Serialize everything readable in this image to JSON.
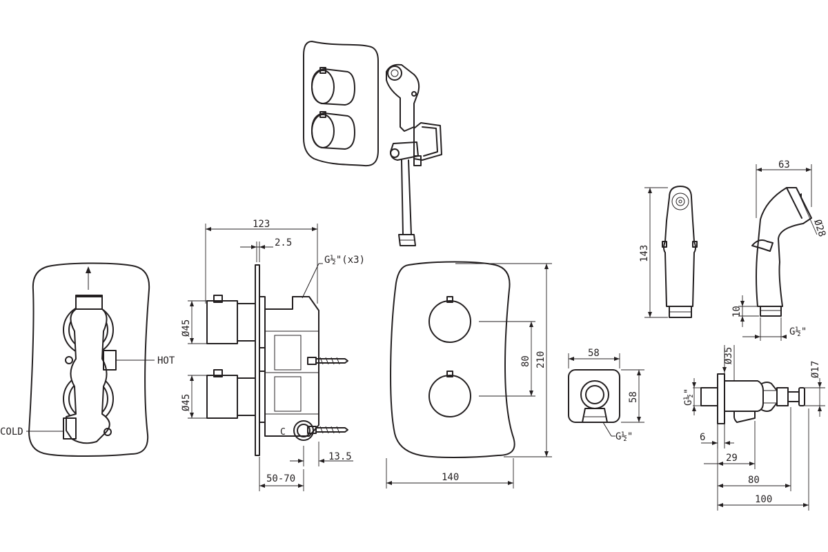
{
  "labels": {
    "hot": "HOT",
    "cold": "COLD",
    "connection": "G½\"(x3)",
    "cold_symbol": "C",
    "g_half": "G½\"",
    "g_half_2": "G½\""
  },
  "dimensions": {
    "d123": "123",
    "d2_5": "2.5",
    "d45_top": "Ø45",
    "d45_bottom": "Ø45",
    "d13_5": "13.5",
    "d50_70": "50-70",
    "d210": "210",
    "d80": "80",
    "d140": "140",
    "d58_w": "58",
    "d58_h": "58",
    "d143": "143",
    "d63": "63",
    "d28": "Ø28",
    "d10": "10",
    "d35": "Ø35",
    "d17": "Ø17",
    "d6": "6",
    "d29": "29",
    "d80_b": "80",
    "d100": "100"
  }
}
